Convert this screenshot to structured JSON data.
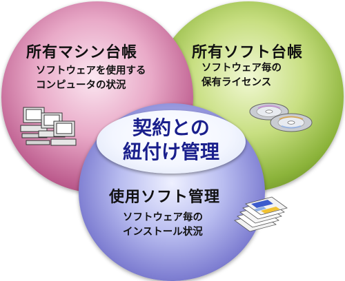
{
  "center": {
    "line1": "契約との",
    "line2": "紐付け管理"
  },
  "left": {
    "title": "所有マシン台帳",
    "desc1": "ソフトウェアを使用する",
    "desc2": "コンピュータの状況",
    "icon": "computers-icon"
  },
  "right": {
    "title": "所有ソフト台帳",
    "desc1": "ソフトウェア毎の",
    "desc2": "保有ライセンス",
    "icon": "discs-icon"
  },
  "bottom": {
    "title": "使用ソフト管理",
    "desc1": "ソフトウェア毎の",
    "desc2": "インストール状況",
    "icon": "documents-icon"
  },
  "colors": {
    "left_circle": "#bc5b8d",
    "right_circle": "#8bb33a",
    "bottom_circle": "#7f7fd2",
    "center_text": "#1a1f8c"
  }
}
